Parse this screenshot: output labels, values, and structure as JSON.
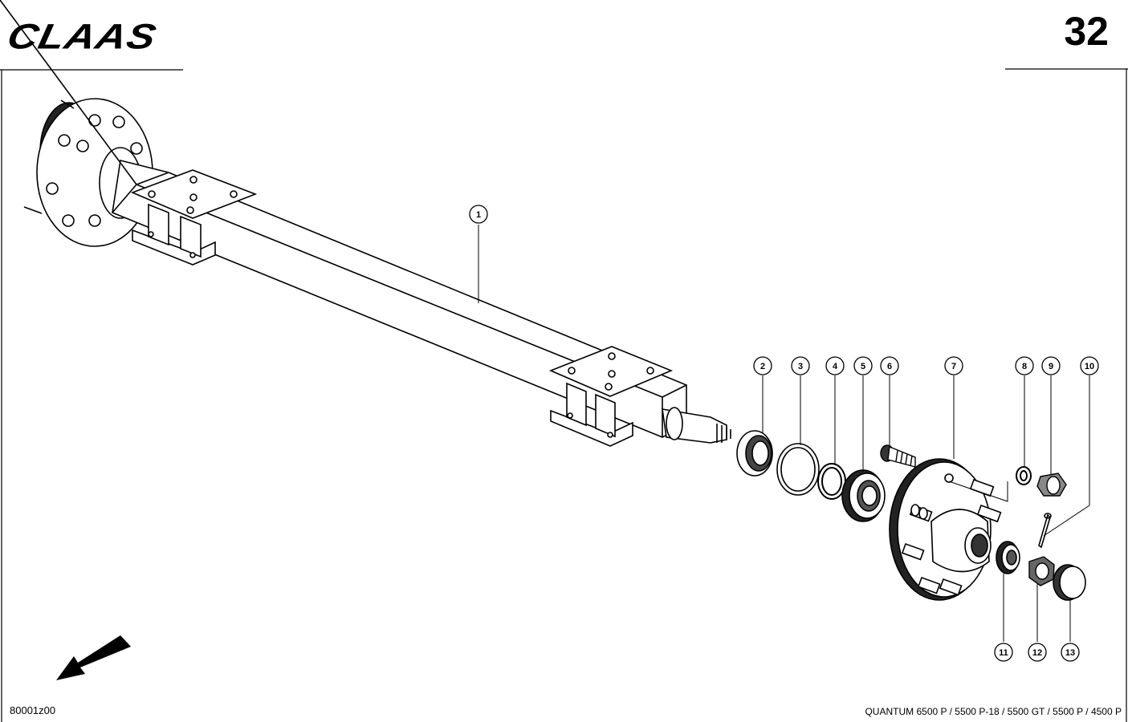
{
  "header": {
    "logo": "CLAAS",
    "page_number": "32"
  },
  "footer": {
    "drawing_code": "80001z00",
    "model_line": "QUANTUM 6500 P / 5500 P-18 / 5500 GT / 5500 P / 4500 P"
  },
  "callouts": [
    "1",
    "2",
    "3",
    "4",
    "5",
    "6",
    "7",
    "8",
    "9",
    "10",
    "11",
    "12",
    "13"
  ]
}
